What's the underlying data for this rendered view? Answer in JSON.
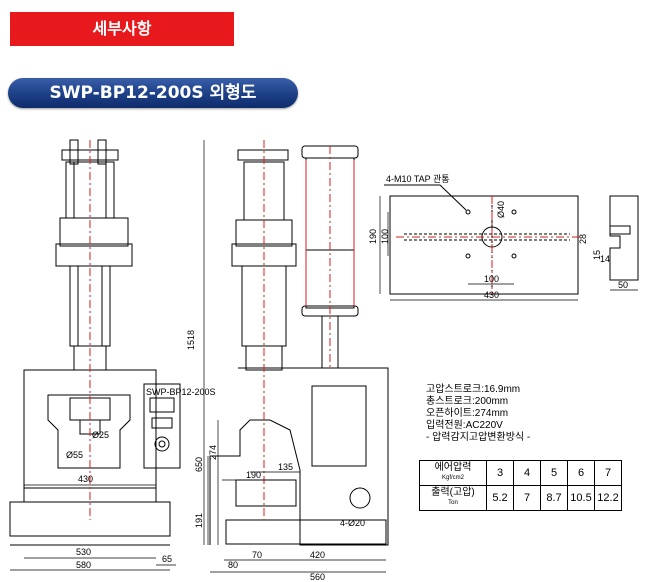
{
  "header": {
    "title": "세부사항"
  },
  "model": {
    "title": "SWP-BP12-200S 외형도"
  },
  "drawing": {
    "front": {
      "panel_label": "SWP-BP12-200S",
      "dims": {
        "d25": "Ø25",
        "d55": "Ø55",
        "w430": "430",
        "w530": "530",
        "w580": "580",
        "w65": "65"
      }
    },
    "side": {
      "dims": {
        "h1518": "1518",
        "h650": "650",
        "h274": "274",
        "h191": "191",
        "w190": "190",
        "w135": "135",
        "w70": "70",
        "w420": "420",
        "w80": "80",
        "w560": "560",
        "holes": "4-Ø20"
      }
    },
    "top": {
      "tap_note": "4-M10 TAP 관통",
      "dims": {
        "d40": "Ø40",
        "h190": "190",
        "h100": "100",
        "w100": "100",
        "w430": "430"
      }
    },
    "tslot": {
      "dims": {
        "d28": "28",
        "d15": "15",
        "d14": "14",
        "w50": "50"
      }
    }
  },
  "specs": {
    "lines": [
      "고압스트로크:16.9mm",
      "총스트로크:200mm",
      "오픈하이트:274mm",
      "입력전원:AC220V",
      "- 압력감지고압변환방식 -"
    ]
  },
  "pressure_table": {
    "header_top": "에어압력",
    "header_top_unit": "Kgf/cm2",
    "header_bottom": "출력(고압)",
    "header_bottom_unit": "Ton",
    "air": [
      "3",
      "4",
      "5",
      "6",
      "7"
    ],
    "output": [
      "5.2",
      "7",
      "8.7",
      "10.5",
      "12.2"
    ]
  }
}
